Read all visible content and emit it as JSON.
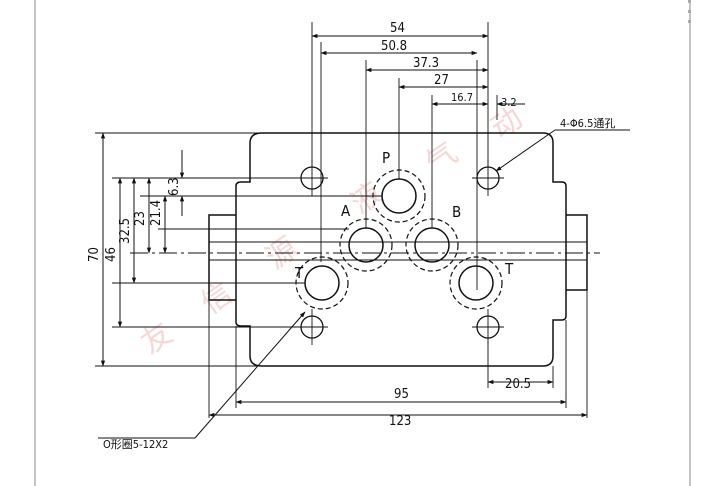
{
  "dimensions": {
    "top": [
      "54",
      "50.8",
      "37.3",
      "27",
      "16.7",
      "3.2"
    ],
    "left": [
      "70",
      "46",
      "32.5",
      "23",
      "21.4",
      "6.3"
    ],
    "bottom": [
      "95",
      "123",
      "20.5"
    ]
  },
  "callouts": {
    "holes": "4-Φ6.5通孔",
    "oring": "O形圈5-12X2"
  },
  "ports": {
    "p": "P",
    "a": "A",
    "b": "B",
    "t_left": "T",
    "t_right": "T"
  },
  "watermark": [
    "友",
    "信",
    "源",
    "液",
    "气",
    "动"
  ],
  "colors": {
    "line": "#111111",
    "watermark": "#f0b7b7"
  }
}
